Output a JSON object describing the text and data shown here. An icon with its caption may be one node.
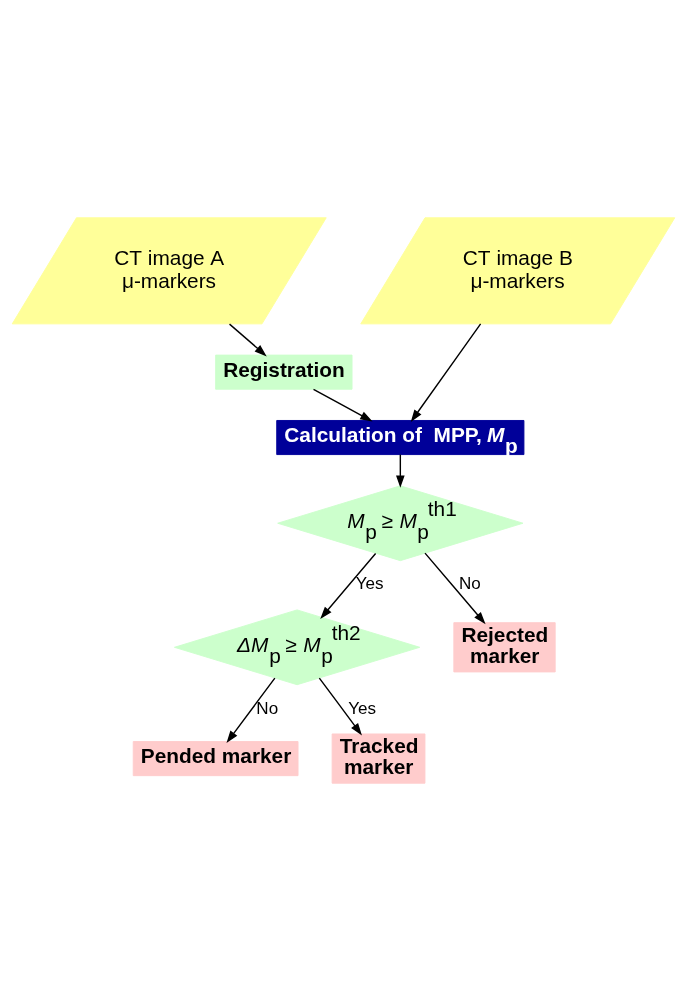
{
  "diagram": {
    "nodes": [
      {
        "text": [
          "CT image A μ-markers"
        ]
      },
      {
        "text": [
          "CT image B μ-markers"
        ]
      },
      {
        "text": [
          "Registration"
        ]
      },
      {
        "text": [
          "Calculation of  MPP, *M*$_{p}$"
        ]
      },
      {
        "text": [
          "*M*$_{p}$ ≥ *M*$_{p}$$^{th1}$"
        ]
      },
      {
        "text": [
          "*ΔM*$_{p}$ ≥ *M*$_{p}$$^{th2}$"
        ]
      },
      {
        "text": [
          "Pended marker"
        ]
      },
      {
        "text": [
          "Tracked marker"
        ]
      },
      {
        "text": [
          "Rejected marker"
        ]
      }
    ],
    "edges": [
      {
        "from": 0,
        "to": 2,
        "arrow": "to"
      },
      {
        "from": 2,
        "to": 3,
        "arrow": "to"
      },
      {
        "from": 1,
        "to": 3,
        "arrow": "to"
      },
      {
        "from": 3,
        "to": 4,
        "arrow": "to"
      },
      {
        "from": 4,
        "to": 5,
        "arrow": "to",
        "label": "Yes"
      },
      {
        "from": 4,
        "to": 8,
        "arrow": "to",
        "label": "No"
      },
      {
        "from": 5,
        "to": 7,
        "arrow": "to",
        "label": "Yes"
      },
      {
        "from": 5,
        "to": 6,
        "arrow": "to",
        "label": "No"
      }
    ]
  }
}
